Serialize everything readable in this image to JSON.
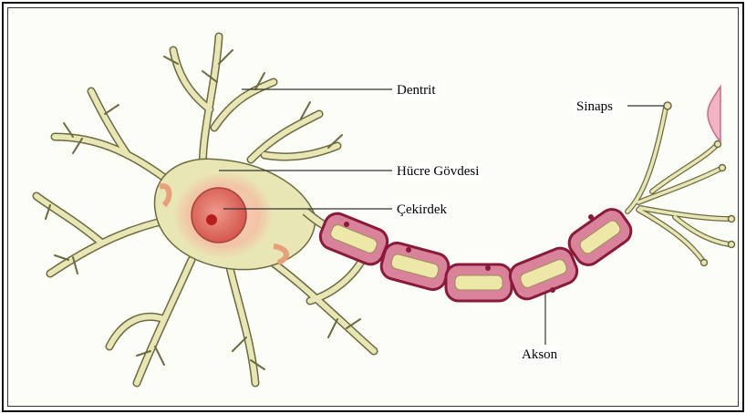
{
  "labels": {
    "dendrite": "Dentrit",
    "cell_body": "Hücre Gövdesi",
    "nucleus": "Çekirdek",
    "synapse": "Sinaps",
    "axon": "Akson"
  },
  "colors": {
    "cytoplasm": "#e8e6b4",
    "outline": "#6b6a40",
    "body_glow": "#f4c8b0",
    "nucleus": "#e0706a",
    "nucleolus": "#b81e1e",
    "myelin": "#d9839a",
    "myelin_edge": "#8a1a3a",
    "axon_core": "#ede8a8"
  }
}
